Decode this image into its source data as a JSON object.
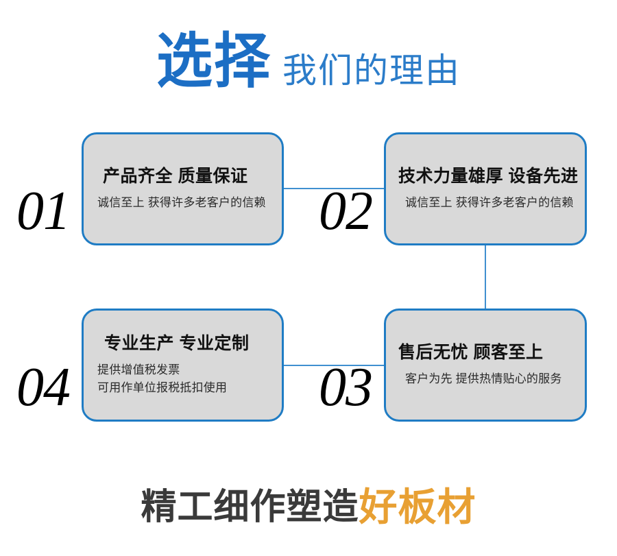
{
  "header": {
    "title_strong": "选择",
    "title_light": "我们的理由"
  },
  "colors": {
    "title_blue": "#1c6ec4",
    "border_blue": "#1f7cc4",
    "connector_blue": "#3f8fd0",
    "card_bg": "#d9d9d9",
    "tagline_dark": "#3a3a3a",
    "tagline_orange": "#e8a033",
    "number_black": "#000000"
  },
  "cards": [
    {
      "number": "01",
      "heading": "产品齐全 质量保证",
      "body": "诚信至上 获得许多老客户的信赖"
    },
    {
      "number": "02",
      "heading": "技术力量雄厚 设备先进",
      "body": "诚信至上 获得许多老客户的信赖"
    },
    {
      "number": "03",
      "heading": "售后无忧 顾客至上",
      "body": "客户为先 提供热情贴心的服务"
    },
    {
      "number": "04",
      "heading": "专业生产 专业定制",
      "body": "提供增值税发票\n可用作单位报税抵扣使用"
    }
  ],
  "footer": {
    "tagline_main": "精工细作塑造",
    "tagline_accent": "好板材"
  }
}
